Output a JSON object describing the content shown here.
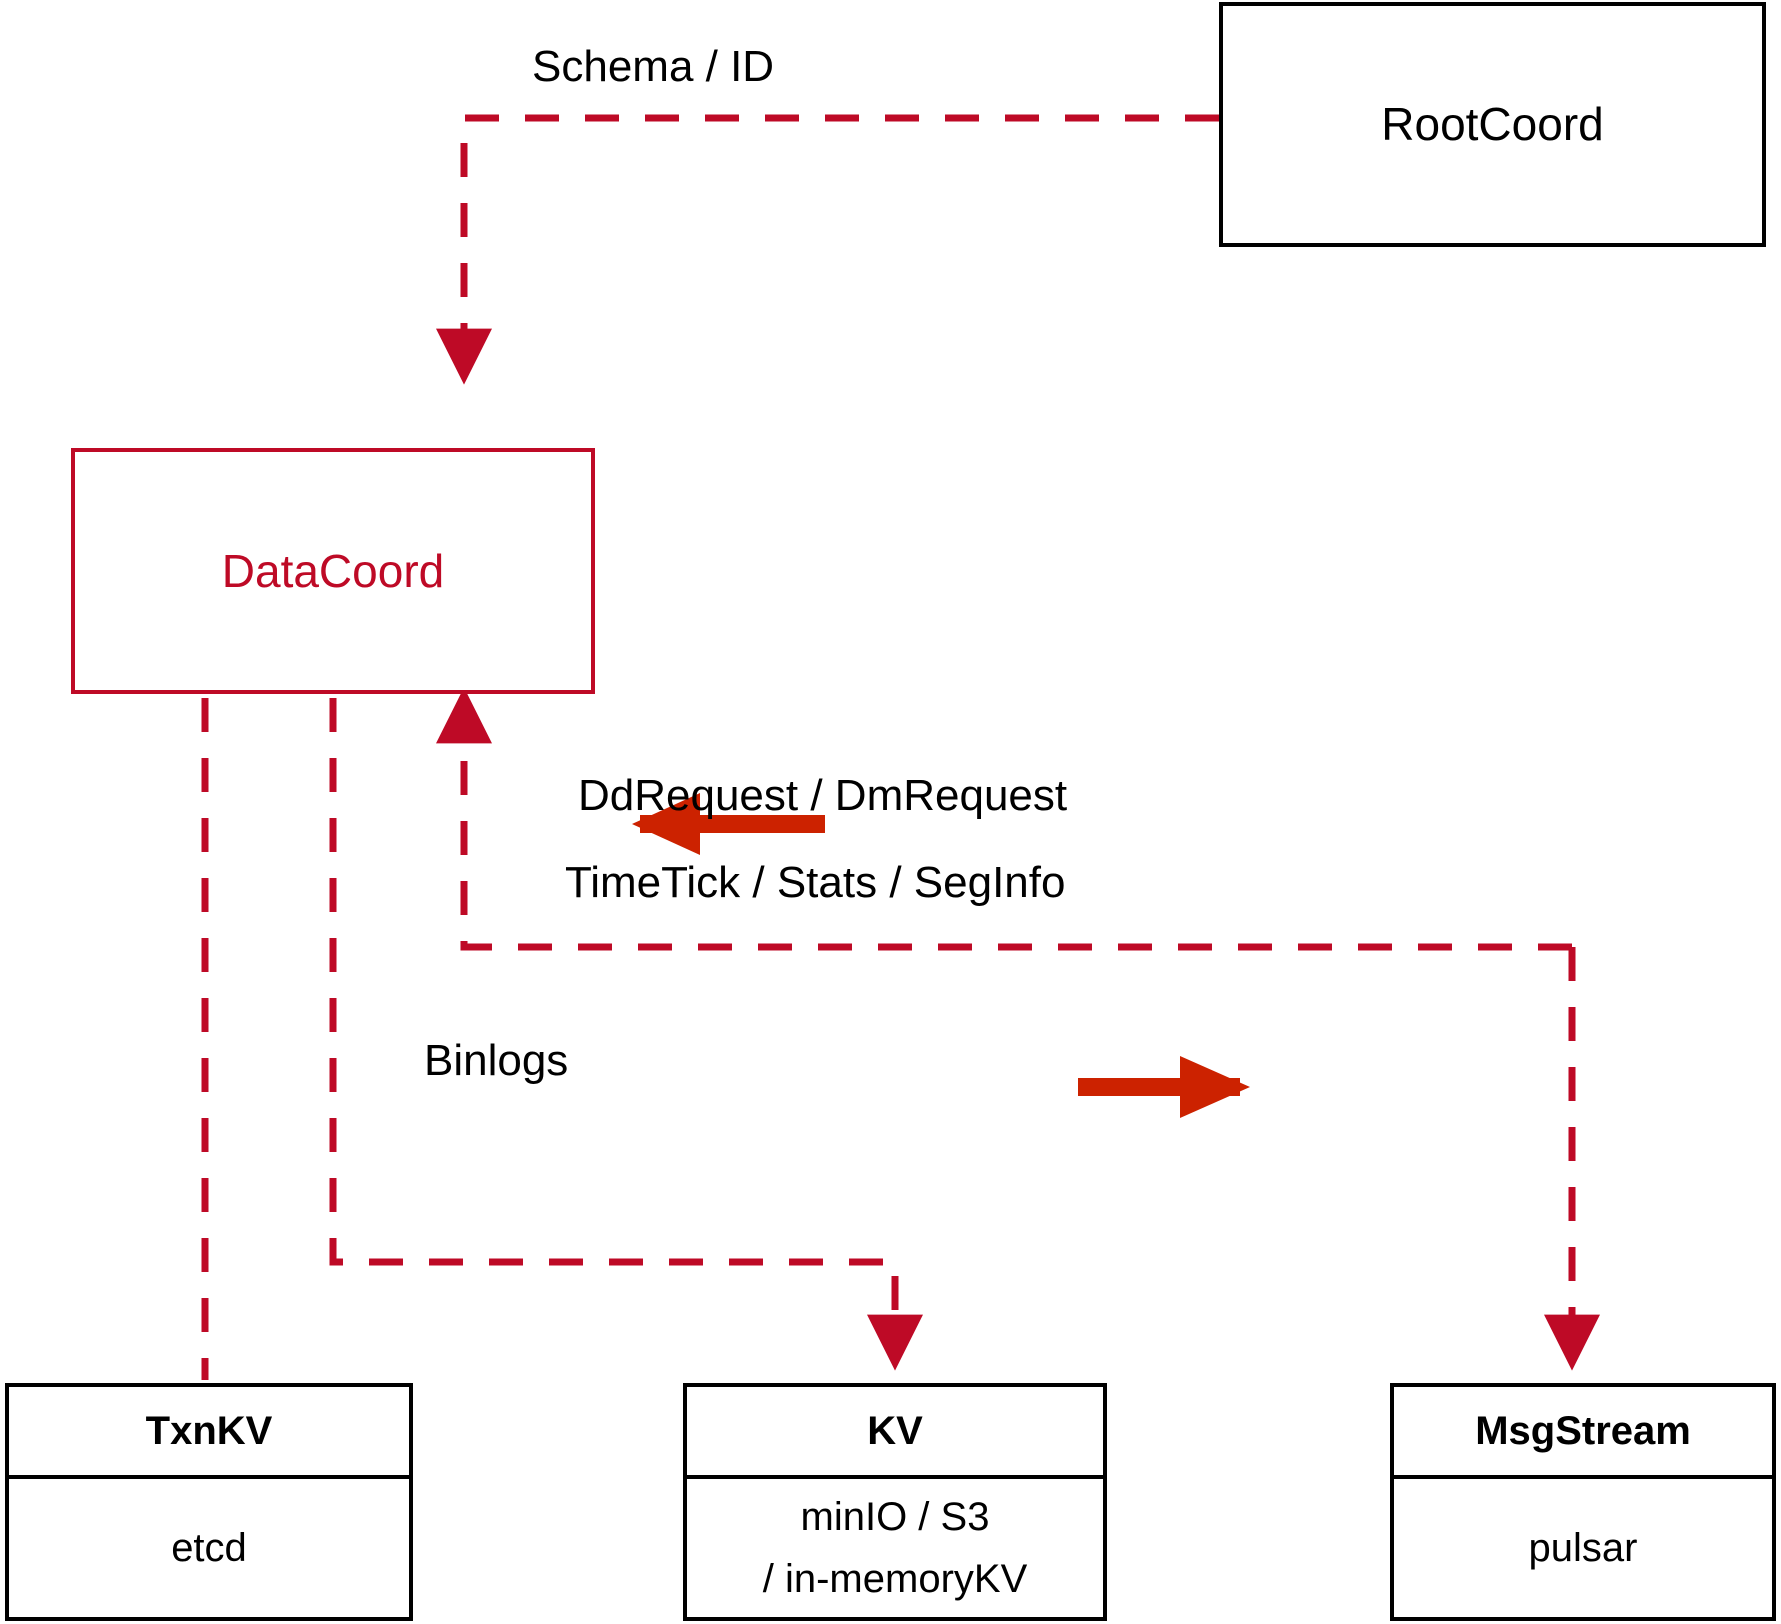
{
  "diagram": {
    "title": "DataCoord architecture",
    "colors": {
      "accent_red": "#BE0A26",
      "arrow_red": "#CC2200",
      "outline_black": "#000000",
      "background": "#FFFFFF"
    },
    "nodes": [
      {
        "id": "rootcoord",
        "label": "RootCoord",
        "style": "black-outline"
      },
      {
        "id": "datacoord",
        "label": "DataCoord",
        "style": "red-outline"
      }
    ],
    "stores": [
      {
        "id": "txnkv",
        "title": "TxnKV",
        "detail": "etcd"
      },
      {
        "id": "kv",
        "title": "KV",
        "detail": "minIO / S3\n/ in-memoryKV"
      },
      {
        "id": "msgstream",
        "title": "MsgStream",
        "detail": "pulsar"
      }
    ],
    "edge_labels": [
      {
        "id": "schema-id",
        "text": "Schema / ID"
      },
      {
        "id": "dd-dm-request",
        "text": "DdRequest / DmRequest"
      },
      {
        "id": "timetick-stats-seginfo",
        "text": "TimeTick / Stats / SegInfo"
      },
      {
        "id": "binlogs",
        "text": "Binlogs"
      }
    ]
  }
}
